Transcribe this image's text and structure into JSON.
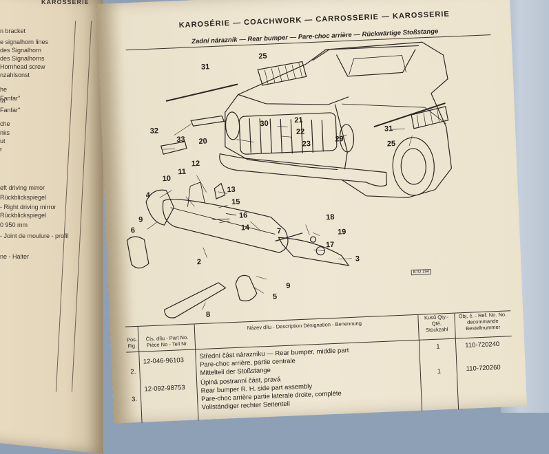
{
  "left_page": {
    "header": "KAROSSERIE",
    "lines": [
      "n bracket",
      "e signalhorn lines",
      "des Signalhorn",
      "des Signalhorns",
      "Hornhead screw",
      "nzahlsonst",
      "Fanfar\"",
      "he",
      "ta",
      "",
      "Fanfar\"",
      "",
      "che",
      "nks",
      "ut",
      "r",
      "",
      "",
      "eft driving mirror",
      "Rückblickspiegel",
      "- Right driving mirror",
      "Rückblickspiegel",
      "0 950 mm",
      "- Joint de moulure - profil",
      "",
      "ne - Halter"
    ]
  },
  "page": {
    "header": "KAROSÉRIE — COACHWORK — CARROSSERIE — KAROSSERIE",
    "subheader": "Zadní nárazník — Rear bumper — Pare-choc arrière — Rückwärtige Stoßstange"
  },
  "callouts": [
    "31",
    "25",
    "30",
    "21",
    "22",
    "23",
    "29",
    "20",
    "31",
    "25",
    "32",
    "33",
    "12",
    "11",
    "10",
    "13",
    "4",
    "15",
    "16",
    "14",
    "9",
    "7",
    "6",
    "18",
    "19",
    "17",
    "2",
    "3",
    "9",
    "5",
    "8"
  ],
  "stamp": "B7D 194",
  "table": {
    "headers": {
      "pos": "Pos. Fig.",
      "part": "Čís. dílu - Part No. Pièce No - Teil Nr.",
      "desc": "Název dílu - Description Désignation - Benennung",
      "qty": "Kusů Qty.-Qté. Stückzahl",
      "order": "Obj. č. - Ref. No. No. decommande Bestellnummer"
    },
    "rows": [
      {
        "pos": "2.",
        "part": "12-046-96103",
        "desc": [
          "Střední část nárazníku — Rear bumper, middle part",
          "Pare-choc arrière, partie centrale",
          "Mittelteil der Stoßstange"
        ],
        "qty": "1",
        "order": "110-720240"
      },
      {
        "pos": "3.",
        "part": "12-092-98753",
        "desc": [
          "Úplná postranní část, pravá",
          "Rear bumper R. H. side part assembly",
          "Pare-choc arrière partie laterale droite, complète",
          "Vollständiger rechter Seitenteil"
        ],
        "qty": "1",
        "order": "110-720260"
      }
    ]
  }
}
